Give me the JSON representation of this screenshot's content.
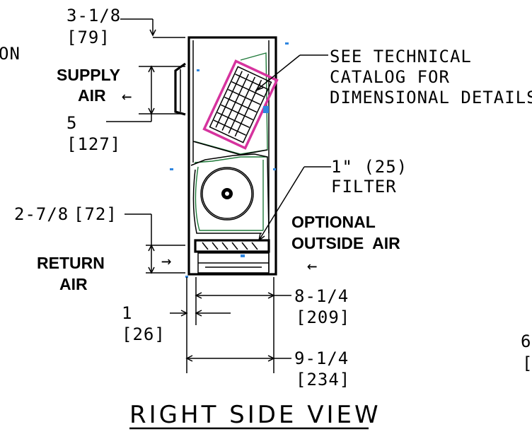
{
  "view_title": "RIGHT SIDE VIEW",
  "clipped_left_label": "ON",
  "supply_air": {
    "line1": "SUPPLY",
    "line2": "AIR",
    "arrow": "←"
  },
  "return_air": {
    "line1": "RETURN",
    "line2": "AIR",
    "arrow": "→"
  },
  "outside_air": {
    "line1": "OPTIONAL",
    "line2": "OUTSIDE  AIR",
    "arrow": "←"
  },
  "callouts": {
    "technical": [
      "SEE TECHNICAL",
      "CATALOG FOR",
      "DIMENSIONAL DETAILS"
    ],
    "filter": {
      "size": "1\" (25)",
      "label": "FILTER"
    }
  },
  "dimensions": {
    "top_offset": {
      "imperial": "3-1/8",
      "metric": "[79]"
    },
    "supply_height": {
      "imperial": "5",
      "metric": "[127]"
    },
    "return_height": {
      "imperial": "2-7/8",
      "metric": "[72]"
    },
    "inner_depth": {
      "imperial": "8-1/4",
      "metric": "[209]"
    },
    "flange": {
      "imperial": "1",
      "metric": "[26]"
    },
    "overall_depth": {
      "imperial": "9-1/4",
      "metric": "[234]"
    },
    "clipped_right": {
      "imperial": "6",
      "metric": "["
    }
  },
  "colors": {
    "outline": "#000000",
    "coil": "#d6339e",
    "internal": "#1f7a3a",
    "marker": "#2f86e0"
  }
}
